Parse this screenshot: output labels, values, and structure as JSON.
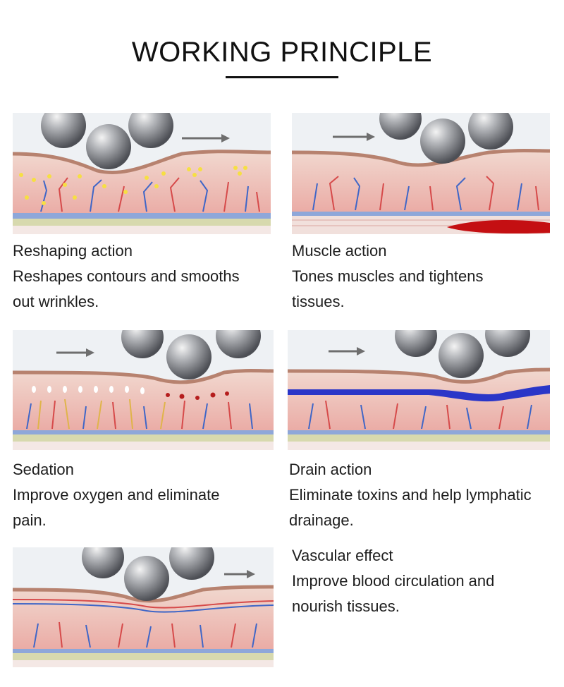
{
  "header": {
    "title": "WORKING PRINCIPLE"
  },
  "sections": [
    {
      "heading": "Reshaping action",
      "desc_line1": "Reshapes contours and smooths",
      "desc_line2": "out wrinkles."
    },
    {
      "heading": "Muscle action",
      "desc_line1": "Tones muscles and tightens",
      "desc_line2": "tissues."
    },
    {
      "heading": "Sedation",
      "desc_line1": "Improve oxygen and eliminate",
      "desc_line2": "pain."
    },
    {
      "heading": "Drain action",
      "desc_line1": "Eliminate toxins and help lymphatic",
      "desc_line2": "drainage."
    },
    {
      "heading": "Vascular effect",
      "desc_line1": "Improve blood circulation and",
      "desc_line2": "nourish tissues."
    }
  ],
  "colors": {
    "skin": "#f3c7c2",
    "dermis": "#e9a9a5",
    "fascia": "#d9dcb6",
    "vein": "#3f66c7",
    "artery": "#d64a4a",
    "ball": "#8d8f94",
    "fat": "#f6df43"
  }
}
